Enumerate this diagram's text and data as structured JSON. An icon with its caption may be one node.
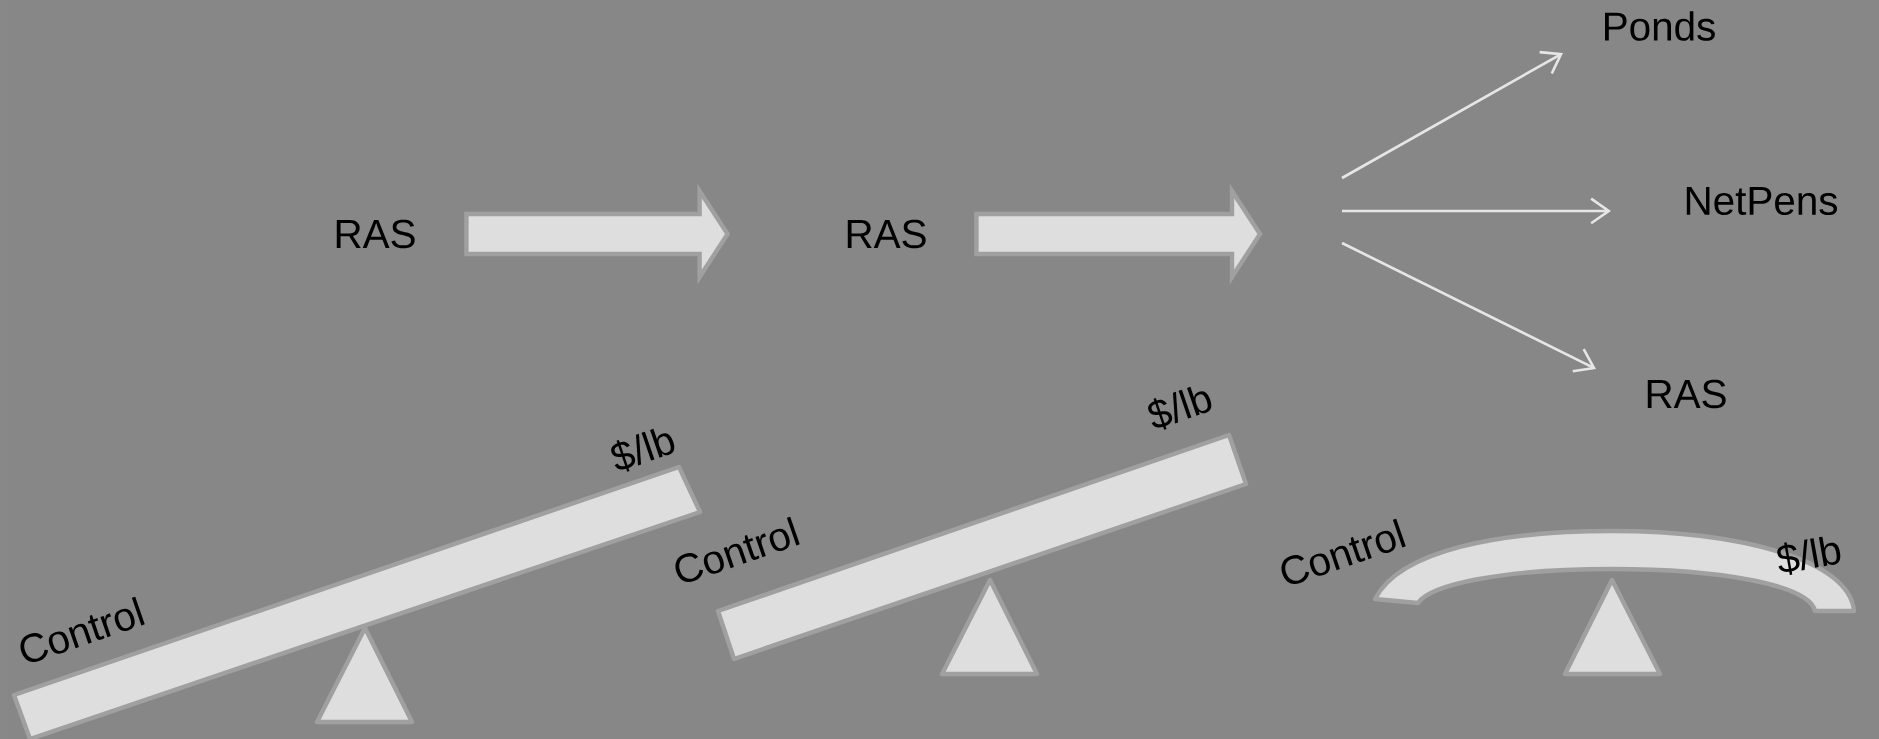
{
  "diagram": {
    "nodes": [
      {
        "text": [
          "RAS"
        ]
      },
      {
        "text": [
          "RAS"
        ]
      },
      {
        "text": [
          "Ponds"
        ]
      },
      {
        "text": [
          "NetPens"
        ]
      },
      {
        "text": [
          "RAS"
        ]
      }
    ],
    "edges": [
      {
        "from": 0,
        "to": 1,
        "arrow": "to",
        "style": "thick"
      },
      {
        "from": 1,
        "to": null,
        "arrow": "to",
        "style": "thick"
      },
      {
        "from": null,
        "to": 2,
        "arrow": "to"
      },
      {
        "from": null,
        "to": 3,
        "arrow": "to"
      },
      {
        "from": null,
        "to": 4,
        "arrow": "to"
      }
    ],
    "labels": [
      "Control",
      "$/lb",
      "Control",
      "$/lb",
      "Control",
      "$/lb"
    ]
  }
}
